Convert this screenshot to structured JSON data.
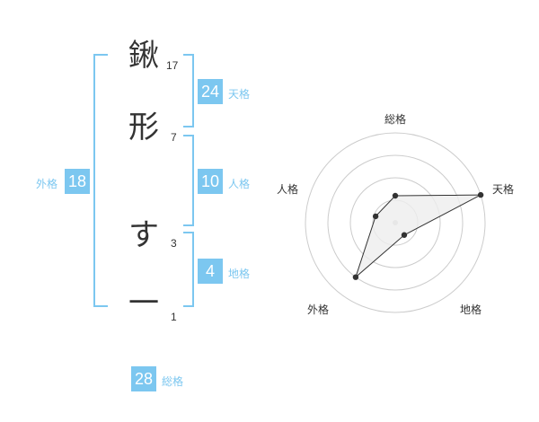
{
  "name": {
    "chars": [
      {
        "char": "鍬",
        "strokes": "17"
      },
      {
        "char": "形",
        "strokes": "7"
      },
      {
        "char": "す",
        "strokes": "3"
      },
      {
        "char": "一",
        "strokes": "1"
      }
    ]
  },
  "fortune": {
    "tenkaku": {
      "value": "24",
      "label": "天格"
    },
    "jinkaku": {
      "value": "10",
      "label": "人格"
    },
    "chikaku": {
      "value": "4",
      "label": "地格"
    },
    "gaikaku": {
      "value": "18",
      "label": "外格"
    },
    "soukaku": {
      "value": "28",
      "label": "総格"
    }
  },
  "radar": {
    "axes": [
      "総格",
      "天格",
      "地格",
      "外格",
      "人格"
    ],
    "values": [
      0.3,
      1.0,
      0.17,
      0.75,
      0.23
    ],
    "colors": {
      "fill": "#eeeeee",
      "line": "#333333",
      "ring": "#cccccc",
      "center": "#cccccc"
    }
  }
}
